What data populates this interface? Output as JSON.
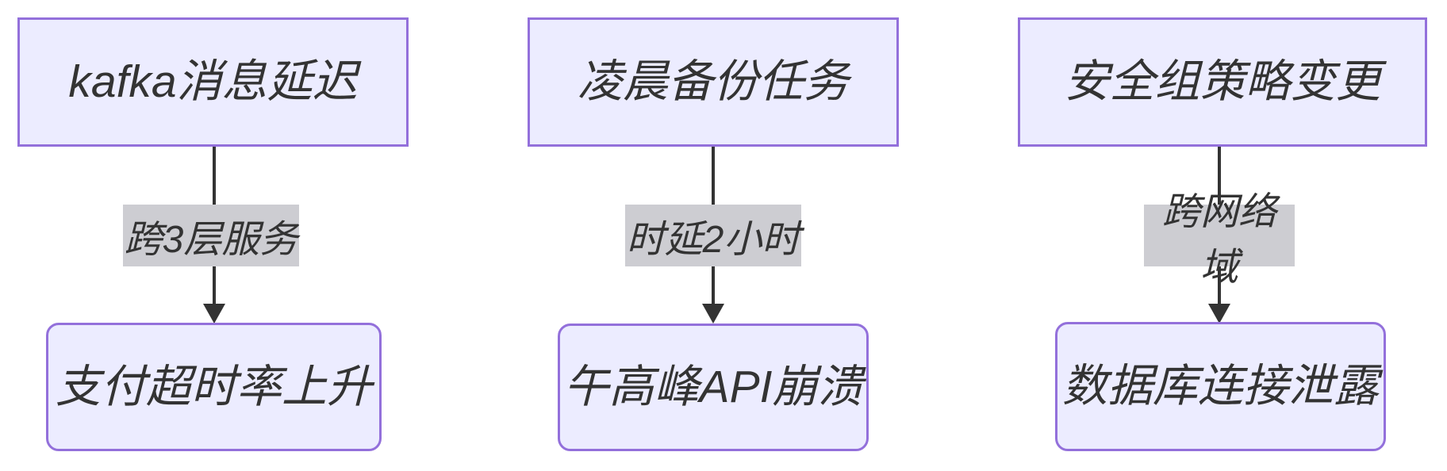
{
  "diagram": {
    "type": "flowchart-top-down",
    "colors": {
      "node_fill": "#ECECFF",
      "node_border": "#9370DB",
      "edge_line": "#333333",
      "edge_label_bg": "#cdcdd2",
      "text": "#333333"
    },
    "flows": [
      {
        "source": "kafka消息延迟",
        "label": "跨3层服务",
        "target": "支付超时率上升"
      },
      {
        "source": "凌晨备份任务",
        "label": "时延2小时",
        "target": "午高峰API崩溃"
      },
      {
        "source": "安全组策略变更",
        "label": "跨网络域",
        "target": "数据库连接泄露"
      }
    ]
  }
}
